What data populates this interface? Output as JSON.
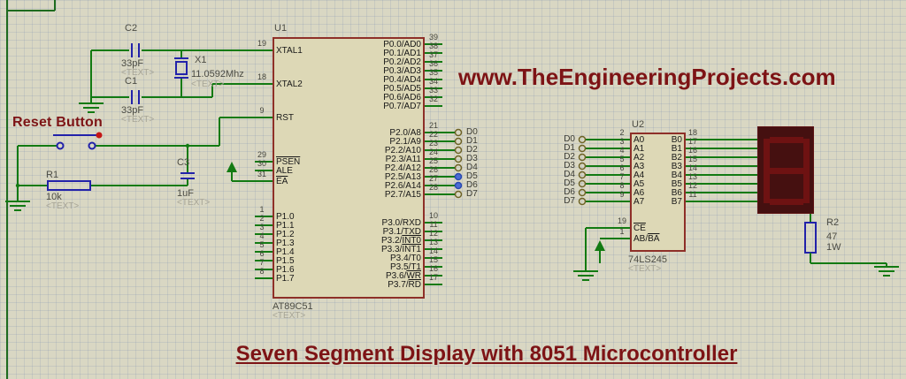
{
  "watermark": "www.TheEngineeringProjects.com",
  "title": "Seven Segment Display with 8051 Microcontroller",
  "reset_label": "Reset Button",
  "placeholder": "<TEXT>",
  "colors": {
    "wire_green": "#127a12",
    "schematic_red": "#7d1315",
    "component_blue": "#2222aa",
    "chip_fill": "#ddd8b6",
    "chip_border": "#8e2f28",
    "display_body": "#451010",
    "display_segment": "#6e1212"
  },
  "parts": {
    "c2": {
      "ref": "C2",
      "value": "33pF"
    },
    "c1": {
      "ref": "C1",
      "value": "33pF"
    },
    "x1": {
      "ref": "X1",
      "value": "11.0592Mhz"
    },
    "r1": {
      "ref": "R1",
      "value": "10k"
    },
    "c3": {
      "ref": "C3",
      "value": "1uF"
    },
    "r2": {
      "ref": "R2",
      "value": "47",
      "power": "1W"
    },
    "u1": {
      "ref": "U1",
      "device": "AT89C51"
    },
    "u2": {
      "ref": "U2",
      "device": "74LS245"
    }
  },
  "u1_pins": {
    "left_top": [
      {
        "n": "19",
        "l": "XTAL1"
      },
      {
        "n": "18",
        "l": "XTAL2"
      },
      {
        "n": "9",
        "l": "RST"
      }
    ],
    "left_ctrl": [
      {
        "n": "29",
        "l": "[PSEN]"
      },
      {
        "n": "30",
        "l": "ALE"
      },
      {
        "n": "31",
        "l": "[EA]"
      }
    ],
    "left_p1": [
      {
        "n": "1",
        "l": "P1.0"
      },
      {
        "n": "2",
        "l": "P1.1"
      },
      {
        "n": "3",
        "l": "P1.2"
      },
      {
        "n": "4",
        "l": "P1.3"
      },
      {
        "n": "5",
        "l": "P1.4"
      },
      {
        "n": "6",
        "l": "P1.5"
      },
      {
        "n": "7",
        "l": "P1.6"
      },
      {
        "n": "8",
        "l": "P1.7"
      }
    ],
    "right_p0": [
      {
        "n": "39",
        "l": "P0.0/AD0"
      },
      {
        "n": "38",
        "l": "P0.1/AD1"
      },
      {
        "n": "37",
        "l": "P0.2/AD2"
      },
      {
        "n": "36",
        "l": "P0.3/AD3"
      },
      {
        "n": "35",
        "l": "P0.4/AD4"
      },
      {
        "n": "34",
        "l": "P0.5/AD5"
      },
      {
        "n": "33",
        "l": "P0.6/AD6"
      },
      {
        "n": "32",
        "l": "P0.7/AD7"
      }
    ],
    "right_p2": [
      {
        "n": "21",
        "l": "P2.0/A8"
      },
      {
        "n": "22",
        "l": "P2.1/A9"
      },
      {
        "n": "23",
        "l": "P2.2/A10"
      },
      {
        "n": "24",
        "l": "P2.3/A11"
      },
      {
        "n": "25",
        "l": "P2.4/A12"
      },
      {
        "n": "26",
        "l": "P2.5/A13"
      },
      {
        "n": "27",
        "l": "P2.6/A14"
      },
      {
        "n": "28",
        "l": "P2.7/A15"
      }
    ],
    "right_p3": [
      {
        "n": "10",
        "l": "P3.0/RXD"
      },
      {
        "n": "11",
        "l": "P3.1/TXD"
      },
      {
        "n": "12",
        "l": "P3.2/[INT0]"
      },
      {
        "n": "13",
        "l": "P3.3/[INT1]"
      },
      {
        "n": "14",
        "l": "P3.4/T0"
      },
      {
        "n": "15",
        "l": "P3.5/T1"
      },
      {
        "n": "16",
        "l": "P3.6/[WR]"
      },
      {
        "n": "17",
        "l": "P3.7/[RD]"
      }
    ]
  },
  "u2_pins": {
    "left_a": [
      {
        "n": "2",
        "l": "A0"
      },
      {
        "n": "3",
        "l": "A1"
      },
      {
        "n": "4",
        "l": "A2"
      },
      {
        "n": "5",
        "l": "A3"
      },
      {
        "n": "6",
        "l": "A4"
      },
      {
        "n": "7",
        "l": "A5"
      },
      {
        "n": "8",
        "l": "A6"
      },
      {
        "n": "9",
        "l": "A7"
      }
    ],
    "left_ctrl": [
      {
        "n": "19",
        "l": "[CE]"
      },
      {
        "n": "1",
        "l": "AB/[BA]"
      }
    ],
    "right_b": [
      {
        "n": "18",
        "l": "B0"
      },
      {
        "n": "17",
        "l": "B1"
      },
      {
        "n": "16",
        "l": "B2"
      },
      {
        "n": "15",
        "l": "B3"
      },
      {
        "n": "14",
        "l": "B4"
      },
      {
        "n": "13",
        "l": "B5"
      },
      {
        "n": "12",
        "l": "B6"
      },
      {
        "n": "11",
        "l": "B7"
      }
    ]
  },
  "bus_labels_u1": [
    "D0",
    "D1",
    "D2",
    "D3",
    "D4",
    "D5",
    "D6",
    "D7"
  ],
  "bus_labels_u2": [
    "D0",
    "D1",
    "D2",
    "D3",
    "D4",
    "D5",
    "D6",
    "D7"
  ]
}
